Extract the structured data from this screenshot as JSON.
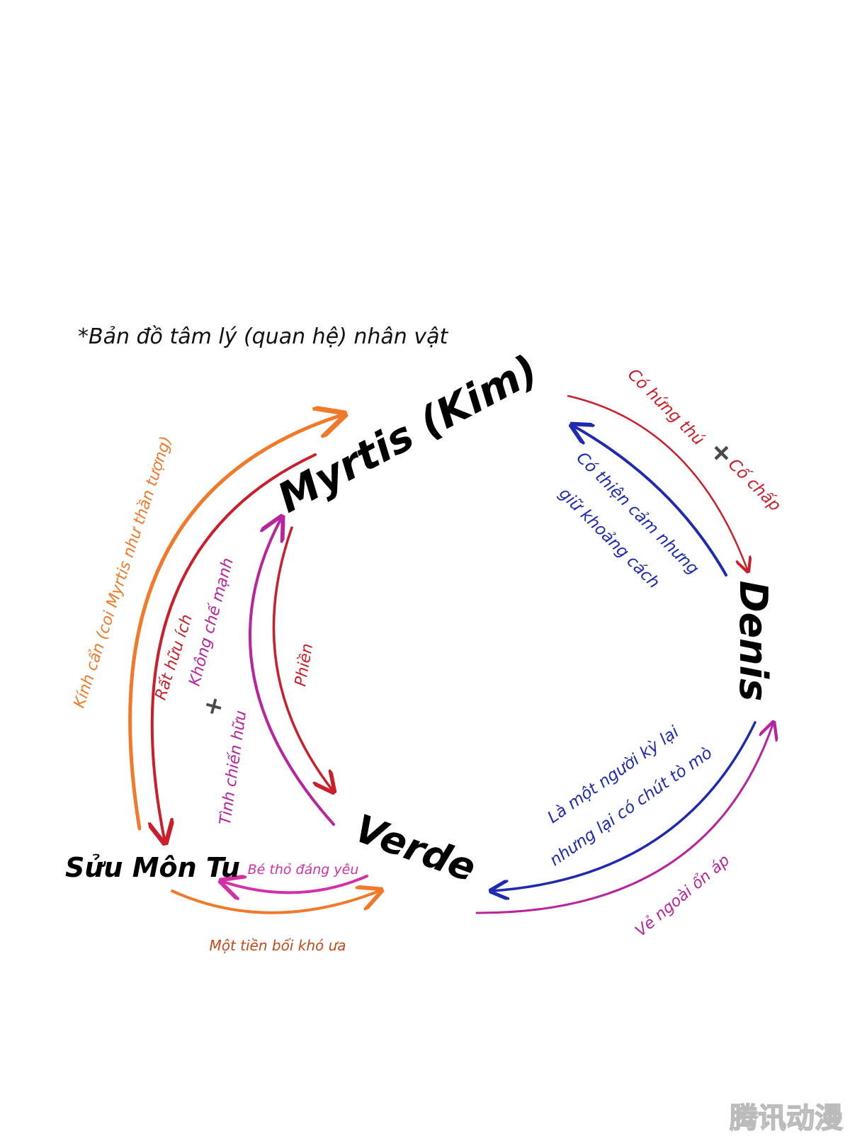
{
  "title": "*Bản đồ tâm lý (quan hệ) nhân vật",
  "characters": {
    "myrtis": "Myrtis (Kim)",
    "denis": "Denis",
    "verde": "Verde",
    "suu_mon_tu": "Sửu Môn Tu"
  },
  "relations": {
    "kinh_can": "Kính cẩn (coi Myrtis như thần tượng)",
    "rat_huu_ich": "Rất hữu ích",
    "tinh_chien_huu": "Tình chiến hữu",
    "khong_che_manh": "Không chế mạnh",
    "phien": "Phiền",
    "co_hung_thu": "Có hứng thú",
    "co_chap": "Cố chấp",
    "thien_cam_1": "Có thiện cảm nhưng",
    "thien_cam_2": "giữ khoảng cách",
    "ky_lai_1": "Là một người kỳ lại",
    "ky_lai_2": "nhưng lại có chút tò mò",
    "ve_ngoai": "Vẻ ngoài ổn áp",
    "be_tho": "Bé thỏ đáng yêu",
    "tien_boi": "Một tiền bối khó ưa"
  },
  "watermark": "腾讯动漫",
  "colors": {
    "orange": "#f07a2a",
    "red": "#cc1e2a",
    "magenta": "#b8239e",
    "blue": "#1e2bb0",
    "pink": "#d42fa6",
    "brown": "#c24a1a",
    "plus": "#4a4a4a"
  }
}
